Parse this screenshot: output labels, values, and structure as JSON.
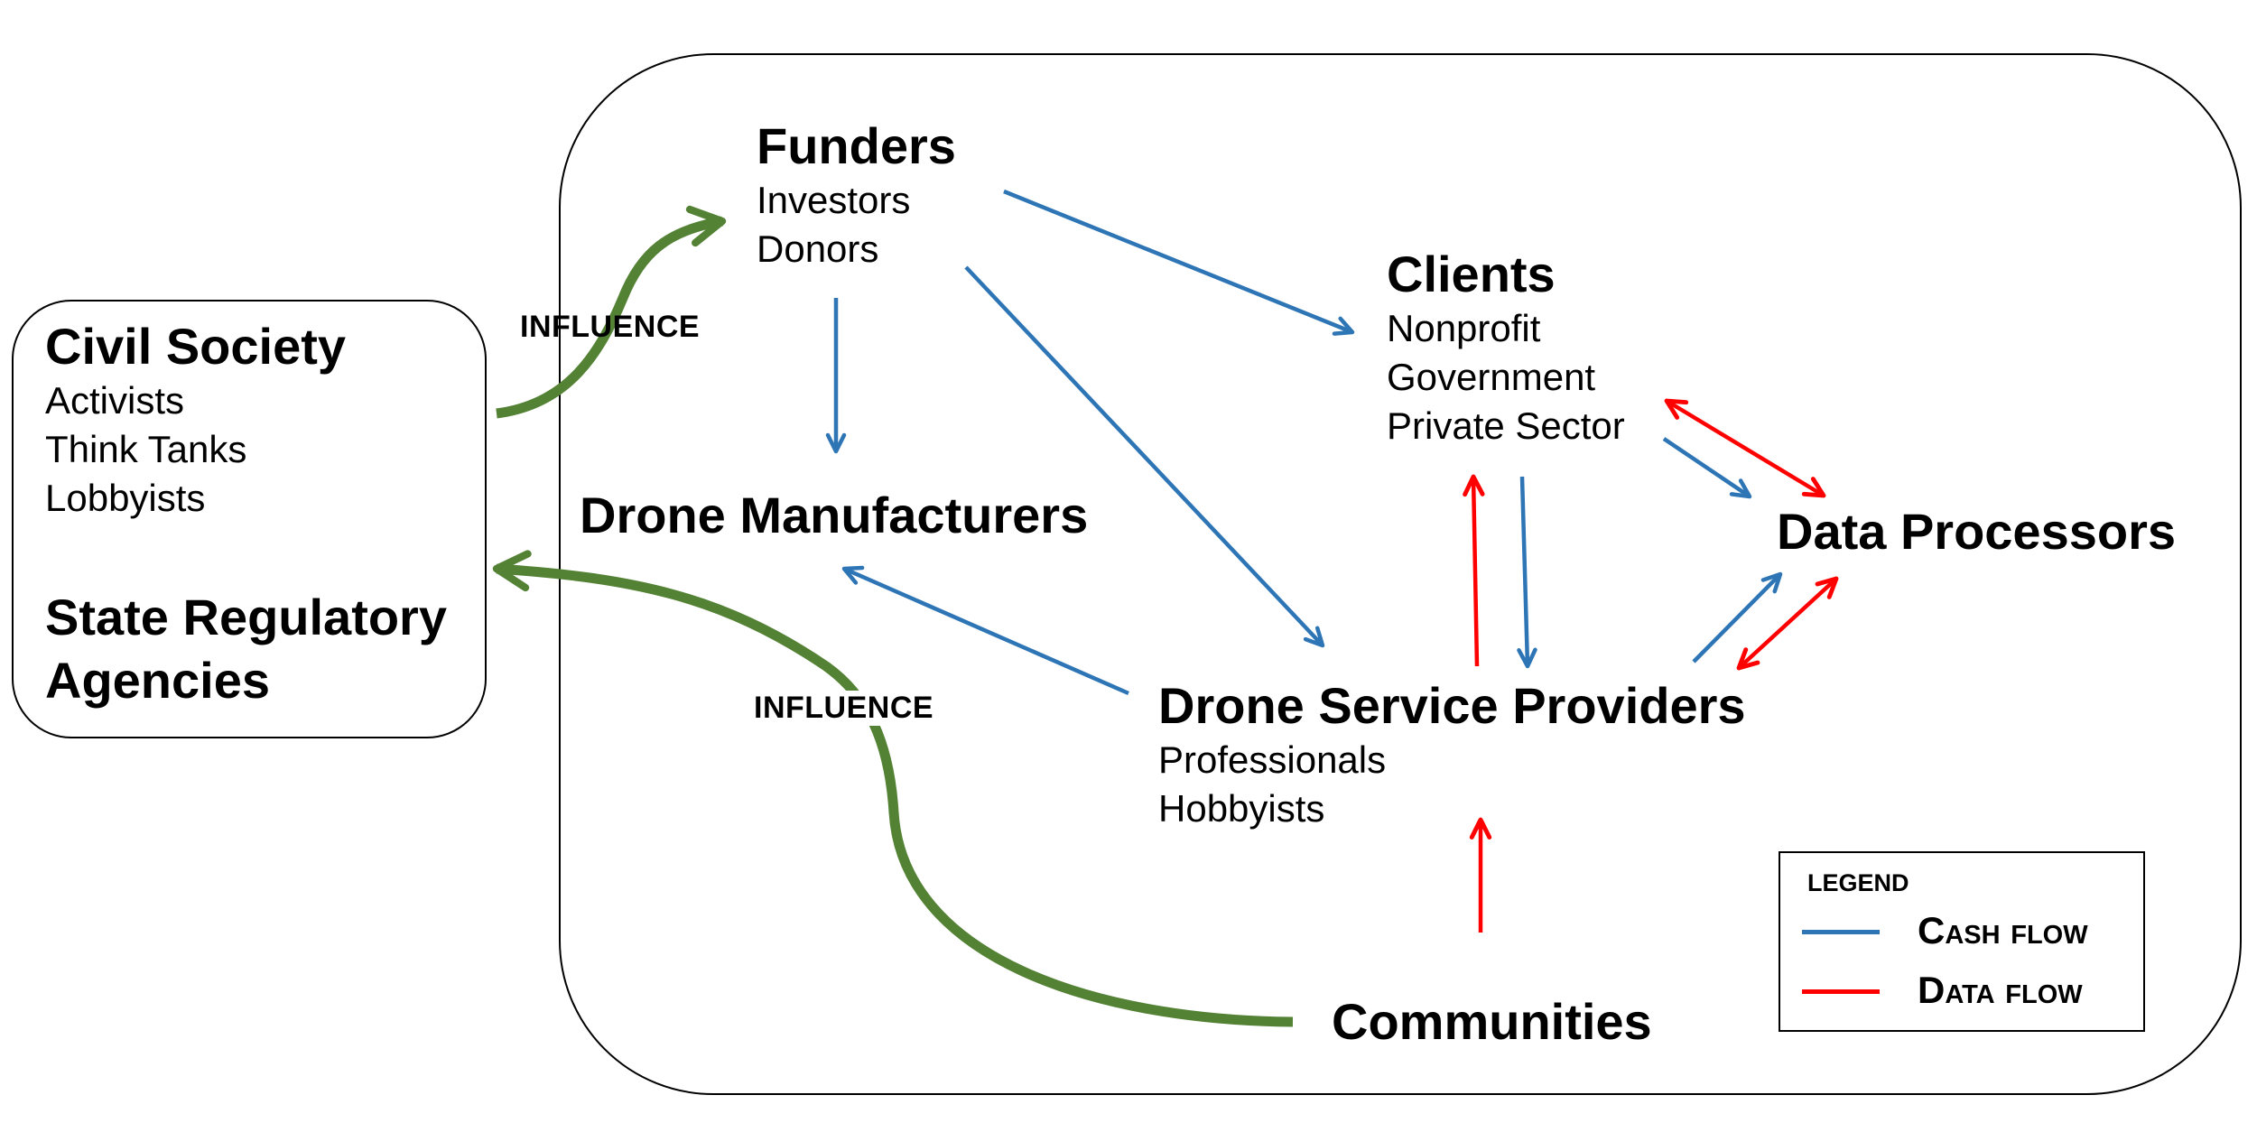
{
  "colors": {
    "cash_flow": "#2e75b6",
    "data_flow": "#ff0000",
    "influence": "#548235",
    "border": "#000000"
  },
  "nodes": {
    "funders": {
      "title": "Funders",
      "items": [
        "Investors",
        "Donors"
      ]
    },
    "clients": {
      "title": "Clients",
      "items": [
        "Nonprofit",
        "Government",
        "Private Sector"
      ]
    },
    "civil_society": {
      "title": "Civil Society",
      "items": [
        "Activists",
        "Think Tanks",
        "Lobbyists"
      ]
    },
    "state_regulatory": {
      "title_line1": "State Regulatory",
      "title_line2": "Agencies"
    },
    "drone_manufacturers": {
      "title": "Drone Manufacturers"
    },
    "data_processors": {
      "title": "Data Processors"
    },
    "drone_service_providers": {
      "title": "Drone Service Providers",
      "items": [
        "Professionals",
        "Hobbyists"
      ]
    },
    "communities": {
      "title": "Communities"
    }
  },
  "labels": {
    "influence_top": "INFLUENCE",
    "influence_bottom": "INFLUENCE"
  },
  "legend": {
    "title": "LEGEND",
    "cash_flow_label": "Cash flow",
    "data_flow_label": "Data flow"
  },
  "edges": [
    {
      "from": "funders",
      "to": "clients",
      "flow": "cash"
    },
    {
      "from": "funders",
      "to": "drone_manufacturers",
      "flow": "cash"
    },
    {
      "from": "funders",
      "to": "drone_service_providers",
      "flow": "cash"
    },
    {
      "from": "drone_service_providers",
      "to": "drone_manufacturers",
      "flow": "cash"
    },
    {
      "from": "clients",
      "to": "drone_service_providers",
      "flow": "cash"
    },
    {
      "from": "drone_service_providers",
      "to": "clients",
      "flow": "data"
    },
    {
      "from": "communities",
      "to": "drone_service_providers",
      "flow": "data"
    },
    {
      "from": "clients",
      "to": "data_processors",
      "flow": "cash"
    },
    {
      "from": "clients",
      "to": "data_processors",
      "flow": "data",
      "bidirectional": true
    },
    {
      "from": "drone_service_providers",
      "to": "data_processors",
      "flow": "cash"
    },
    {
      "from": "drone_service_providers",
      "to": "data_processors",
      "flow": "data",
      "bidirectional": true
    },
    {
      "from": "civil_society",
      "to": "funders",
      "flow": "influence"
    },
    {
      "from": "communities",
      "to": "state_regulatory",
      "flow": "influence"
    }
  ]
}
